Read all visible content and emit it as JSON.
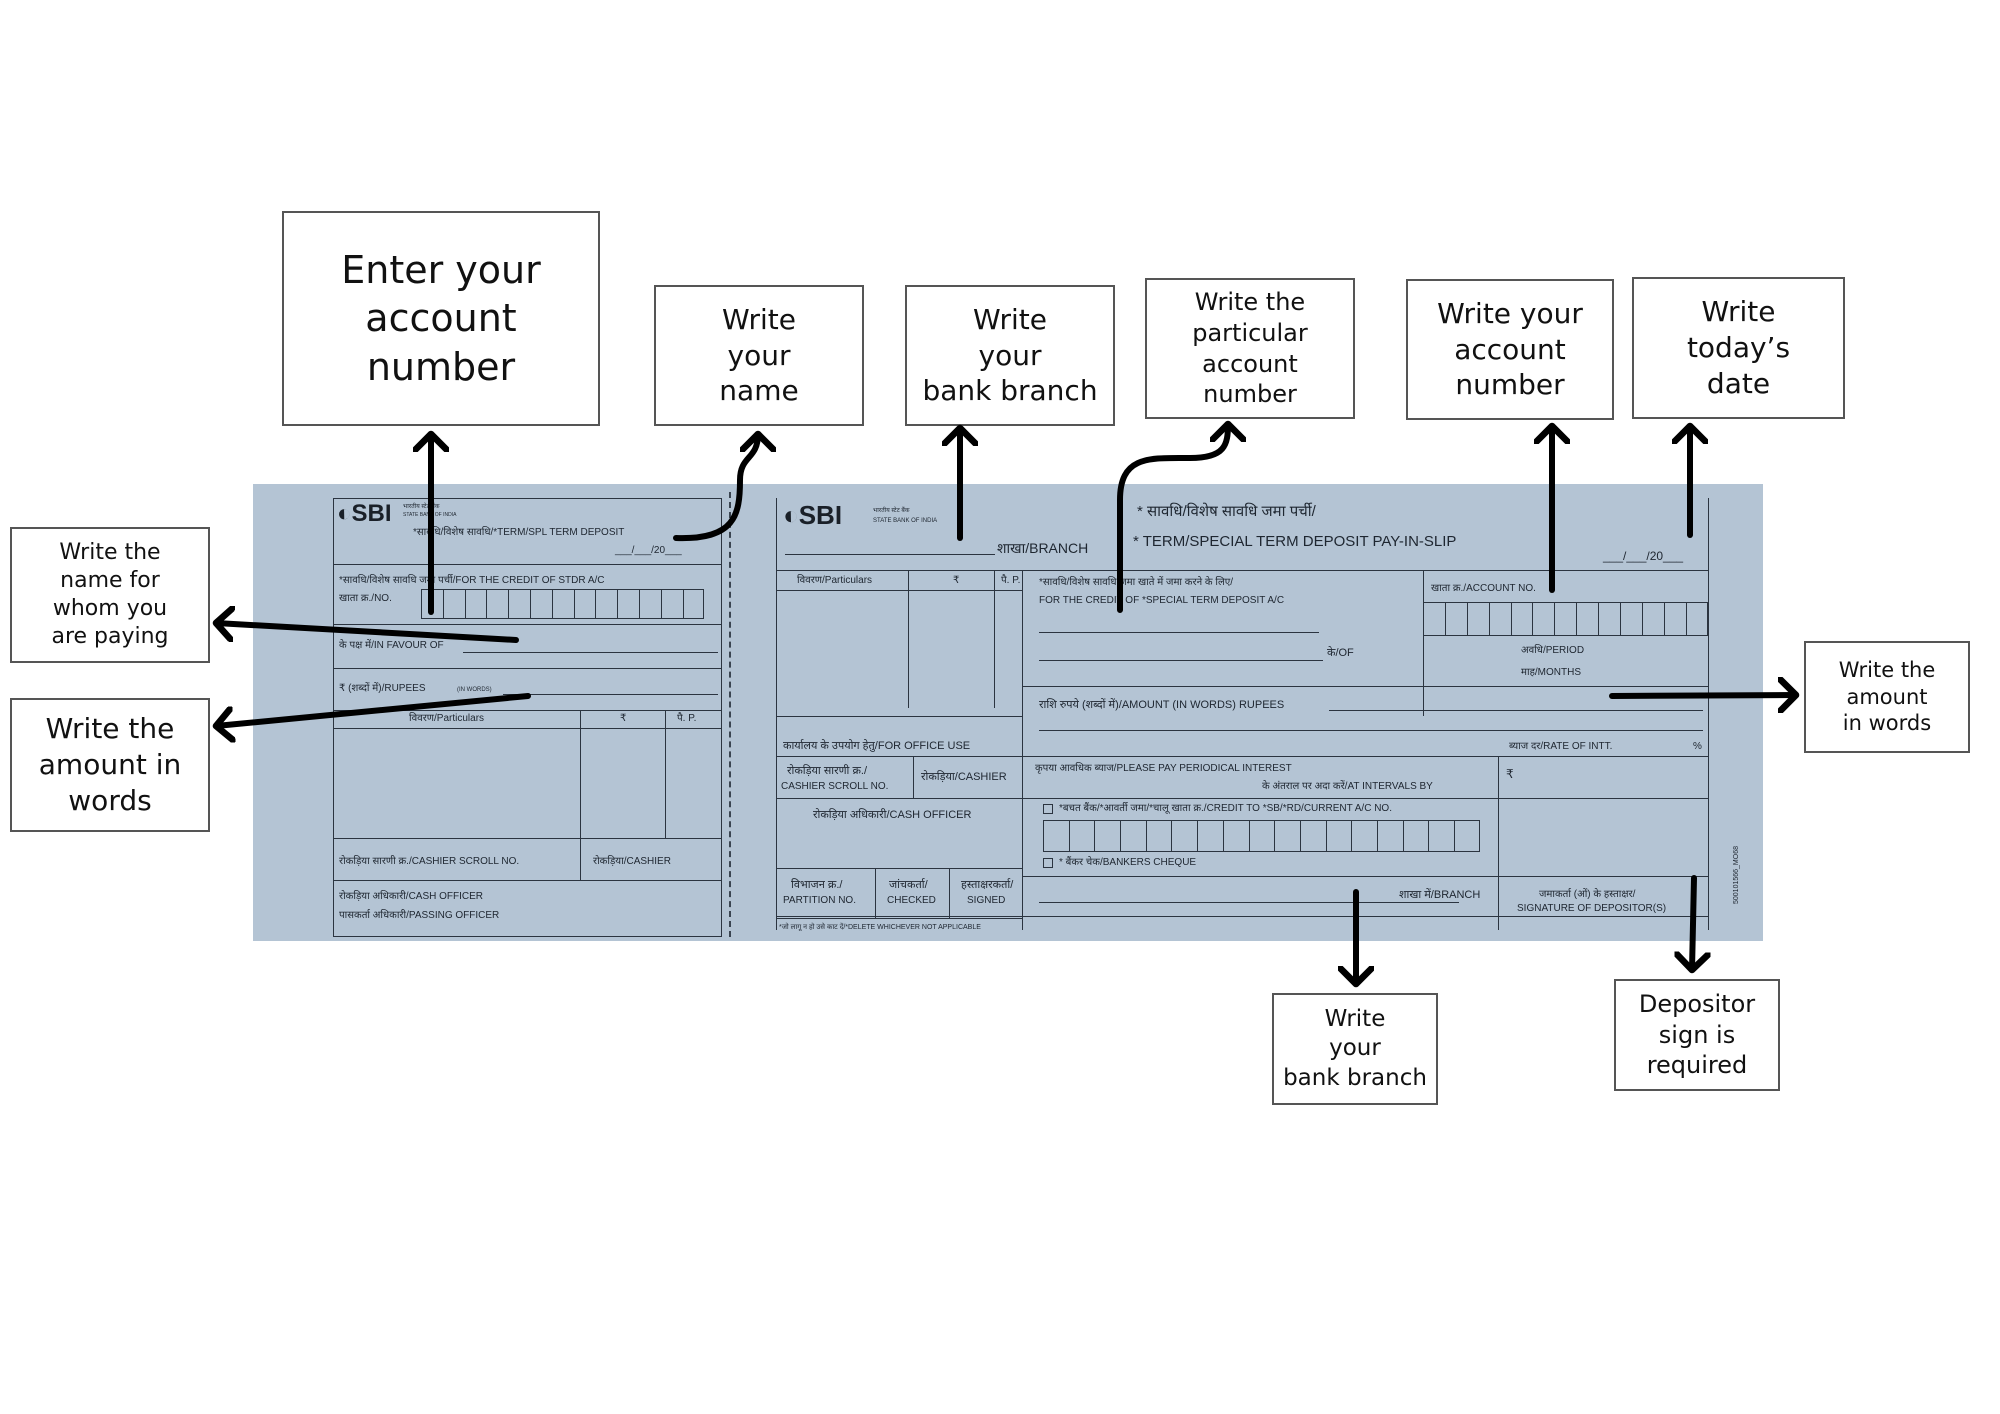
{
  "callouts": {
    "account_number_left": [
      "Enter your",
      "account",
      "number"
    ],
    "name": [
      "Write",
      "your",
      "name"
    ],
    "branch_top": [
      "Write",
      "your",
      "bank branch"
    ],
    "particular_account": [
      "Write the",
      "particular",
      "account",
      "number"
    ],
    "account_number_right": [
      "Write your",
      "account",
      "number"
    ],
    "date": [
      "Write",
      "today’s",
      "date"
    ],
    "favour_name": [
      "Write the",
      "name for",
      "whom you",
      "are paying"
    ],
    "amount_words_left": [
      "Write the",
      "amount in",
      "words"
    ],
    "amount_words_right": [
      "Write the",
      "amount",
      "in words"
    ],
    "branch_bottom": [
      "Write",
      "your",
      "bank branch"
    ],
    "depositor_sign": [
      "Depositor",
      "sign is",
      "required"
    ]
  },
  "counterfoil": {
    "logo": "SBI",
    "bank_hi": "भारतीय स्टेट बैंक",
    "bank_en": "STATE BANK OF INDIA",
    "title": "*सावधि/विशेष सावधि/*TERM/SPL TERM DEPOSIT",
    "date": "___/___/20___",
    "credit_line": "*सावधि/विशेष सावधि जमा पर्ची/FOR THE CREDIT OF STDR A/C",
    "acno_label": "खाता क्र./NO.",
    "favour_label": "के पक्ष में/IN FAVOUR OF",
    "rupees_label": "₹ (शब्दों में)/RUPEES",
    "in_words": "(IN WORDS)",
    "particulars": "विवरण/Particulars",
    "rs": "₹",
    "ps": "पै. P.",
    "cashier_scroll": "रोकड़िया सारणी क्र./CASHIER SCROLL NO.",
    "cashier": "रोकड़िया/CASHIER",
    "cash_officer": "रोकड़िया अधिकारी/CASH OFFICER",
    "passing_officer": "पासकर्ता अधिकारी/PASSING OFFICER"
  },
  "main_slip": {
    "logo": "SBI",
    "bank_hi": "भारतीय स्टेट बैंक",
    "bank_en": "STATE BANK OF INDIA",
    "branch_label": "शाखा/BRANCH",
    "title_hi": "* सावधि/विशेष सावधि जमा पर्ची/",
    "title_en": "* TERM/SPECIAL TERM DEPOSIT PAY-IN-SLIP",
    "date": "___/___/20___",
    "particulars": "विवरण/Particulars",
    "rs": "₹",
    "ps": "पै. P.",
    "credit_hi": "*सावधि/विशेष सावधि जमा खाते में जमा करने के लिए/",
    "credit_en": "FOR THE CREDIT OF *SPECIAL TERM DEPOSIT A/C",
    "of_label": "के/OF",
    "account_no": "खाता क्र./ACCOUNT NO.",
    "period": "अवधि/PERIOD",
    "months": "माह/MONTHS",
    "amount_words": "राशि रुपये (शब्दों में)/AMOUNT (IN WORDS) RUPEES",
    "office_use": "कार्यालय के उपयोग हेतु/FOR OFFICE USE",
    "rate": "ब्याज दर/RATE OF INTT.",
    "percent": "%",
    "cashier_scroll": "रोकड़िया सारणी क्र./",
    "cashier_scroll_en": "CASHIER SCROLL NO.",
    "cashier": "रोकड़िया/CASHIER",
    "periodical_1": "कृपया आवधिक ब्याज/PLEASE PAY PERIODICAL INTEREST",
    "periodical_2": "के अंतराल पर अदा करें/AT INTERVALS BY",
    "cash_officer": "रोकड़िया अधिकारी/CASH OFFICER",
    "credit_to": "*बचत बैंक/*आवर्ती जमा/*चालू खाता क्र./CREDIT TO *SB/*RD/CURRENT A/C NO.",
    "bankers_cheque": "* बैंकर चेक/BANKERS CHEQUE",
    "partition": "विभाजन क्र./",
    "partition_en": "PARTITION NO.",
    "checked": "जांचकर्ता/",
    "checked_en": "CHECKED",
    "signed": "हस्ताक्षरकर्ता/",
    "signed_en": "SIGNED",
    "branch_at": "शाखा में/BRANCH",
    "depositor_sig": "जमाकर्ता (ओं) के हस्ताक्षर/",
    "depositor_sig_en": "SIGNATURE OF DEPOSITOR(S)",
    "footnote": "*जो लागू न हो उसे काट दें/*DELETE WHICHEVER NOT APPLICABLE",
    "form_code": "500101566_MO68"
  },
  "colors": {
    "slip_bg": "#b4c4d4",
    "ink": "#2b3440",
    "arrow": "#000000"
  }
}
